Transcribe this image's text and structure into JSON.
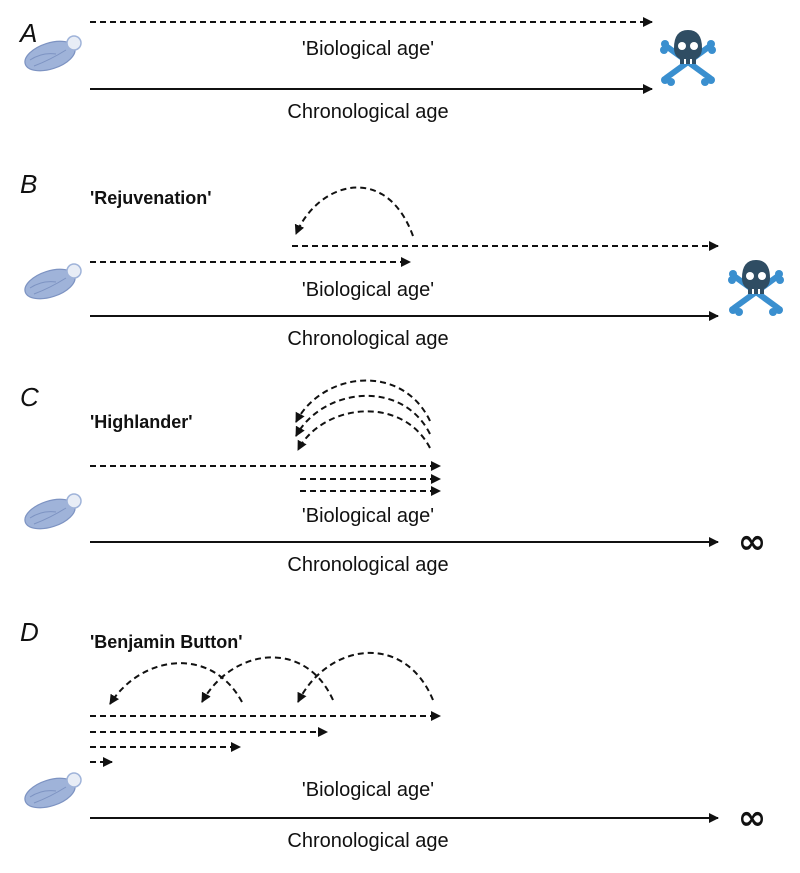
{
  "panels": [
    {
      "letter": "A",
      "scenario": "",
      "bio_label": "'Biological age'",
      "chrono_label": "Chronological age",
      "end": "death"
    },
    {
      "letter": "B",
      "scenario": "'Rejuvenation'",
      "bio_label": "'Biological age'",
      "chrono_label": "Chronological age",
      "end": "death"
    },
    {
      "letter": "C",
      "scenario": "'Highlander'",
      "bio_label": "'Biological age'",
      "chrono_label": "Chronological age",
      "end": "infinity",
      "end_symbol": "∞"
    },
    {
      "letter": "D",
      "scenario": "'Benjamin Button'",
      "bio_label": "'Biological age'",
      "chrono_label": "Chronological age",
      "end": "infinity",
      "end_symbol": "∞"
    }
  ],
  "icons": {
    "start": "baby-icon",
    "death": "skull-crossbones-icon"
  },
  "colors": {
    "line": "#111111",
    "baby": "#9fb3d9",
    "skull": "#2f4d63",
    "bones": "#3a8fcf"
  }
}
